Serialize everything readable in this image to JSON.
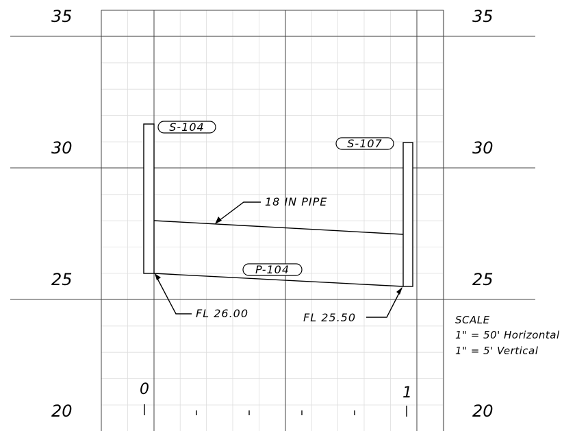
{
  "elevations": {
    "left": [
      "35",
      "30",
      "25",
      "20"
    ],
    "right": [
      "35",
      "30",
      "25",
      "20"
    ]
  },
  "structures": {
    "upstream": {
      "label": "S-104"
    },
    "downstream": {
      "label": "S-107"
    }
  },
  "pipe": {
    "label": "P-104",
    "size_note": "18 IN PIPE"
  },
  "flowlines": {
    "upstream": "FL 26.00",
    "downstream": "FL 25.50"
  },
  "scale": {
    "title": "SCALE",
    "horizontal": "1\" = 50' Horizontal",
    "vertical": "1\" = 5'  Vertical"
  },
  "stations": {
    "start": "0",
    "end": "1"
  }
}
